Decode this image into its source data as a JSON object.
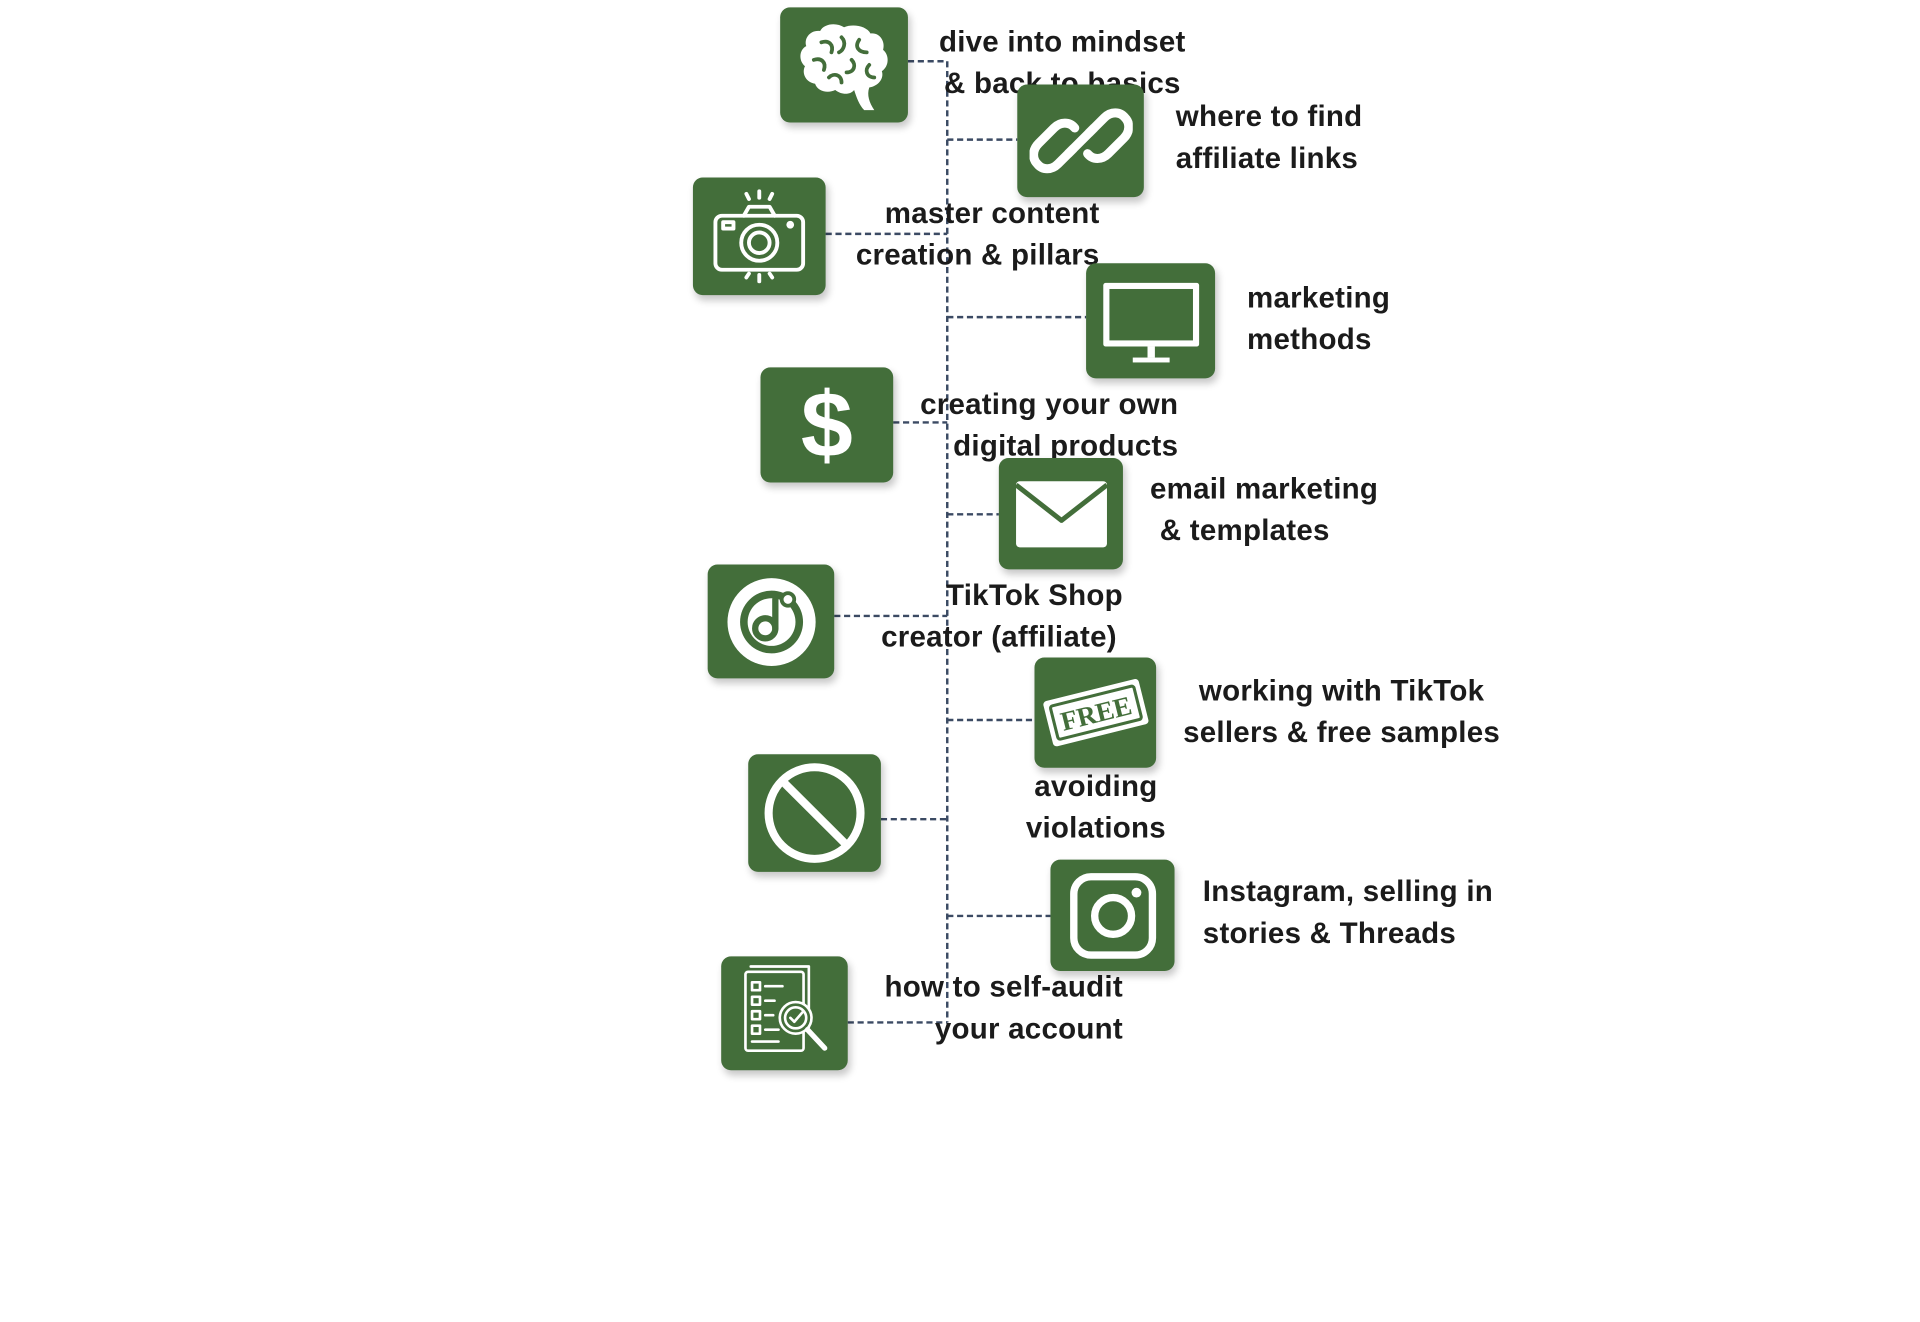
{
  "colors": {
    "icon_bg": "#436e3a",
    "connector": "#3b4a63",
    "text": "#1b1b1b",
    "background": "#ffffff"
  },
  "left_topics": [
    {
      "icon": "brain-icon",
      "line1": "dive into mindset",
      "line2": "& back to basics"
    },
    {
      "icon": "camera-icon",
      "line1": "master content",
      "line2": "creation & pillars"
    },
    {
      "icon": "dollar-icon",
      "line1": "creating your own",
      "line2": "digital products"
    },
    {
      "icon": "tiktok-shop-icon",
      "line1": "TikTok Shop",
      "line2": "creator (affiliate)"
    },
    {
      "icon": "prohibited-icon",
      "line1": "avoiding",
      "line2": "violations"
    },
    {
      "icon": "checklist-audit-icon",
      "line1": "how to self-audit",
      "line2": "your account"
    }
  ],
  "right_topics": [
    {
      "icon": "link-icon",
      "line1": "where to find",
      "line2": "affiliate links"
    },
    {
      "icon": "monitor-icon",
      "line1": "marketing",
      "line2": "methods"
    },
    {
      "icon": "envelope-icon",
      "line1": "email marketing",
      "line2": "& templates"
    },
    {
      "icon": "free-stamp-icon",
      "line1": "working with TikTok",
      "line2": "sellers & free samples",
      "stamp_text": "FREE"
    },
    {
      "icon": "instagram-icon",
      "line1": "Instagram, selling in",
      "line2": "stories & Threads"
    }
  ]
}
